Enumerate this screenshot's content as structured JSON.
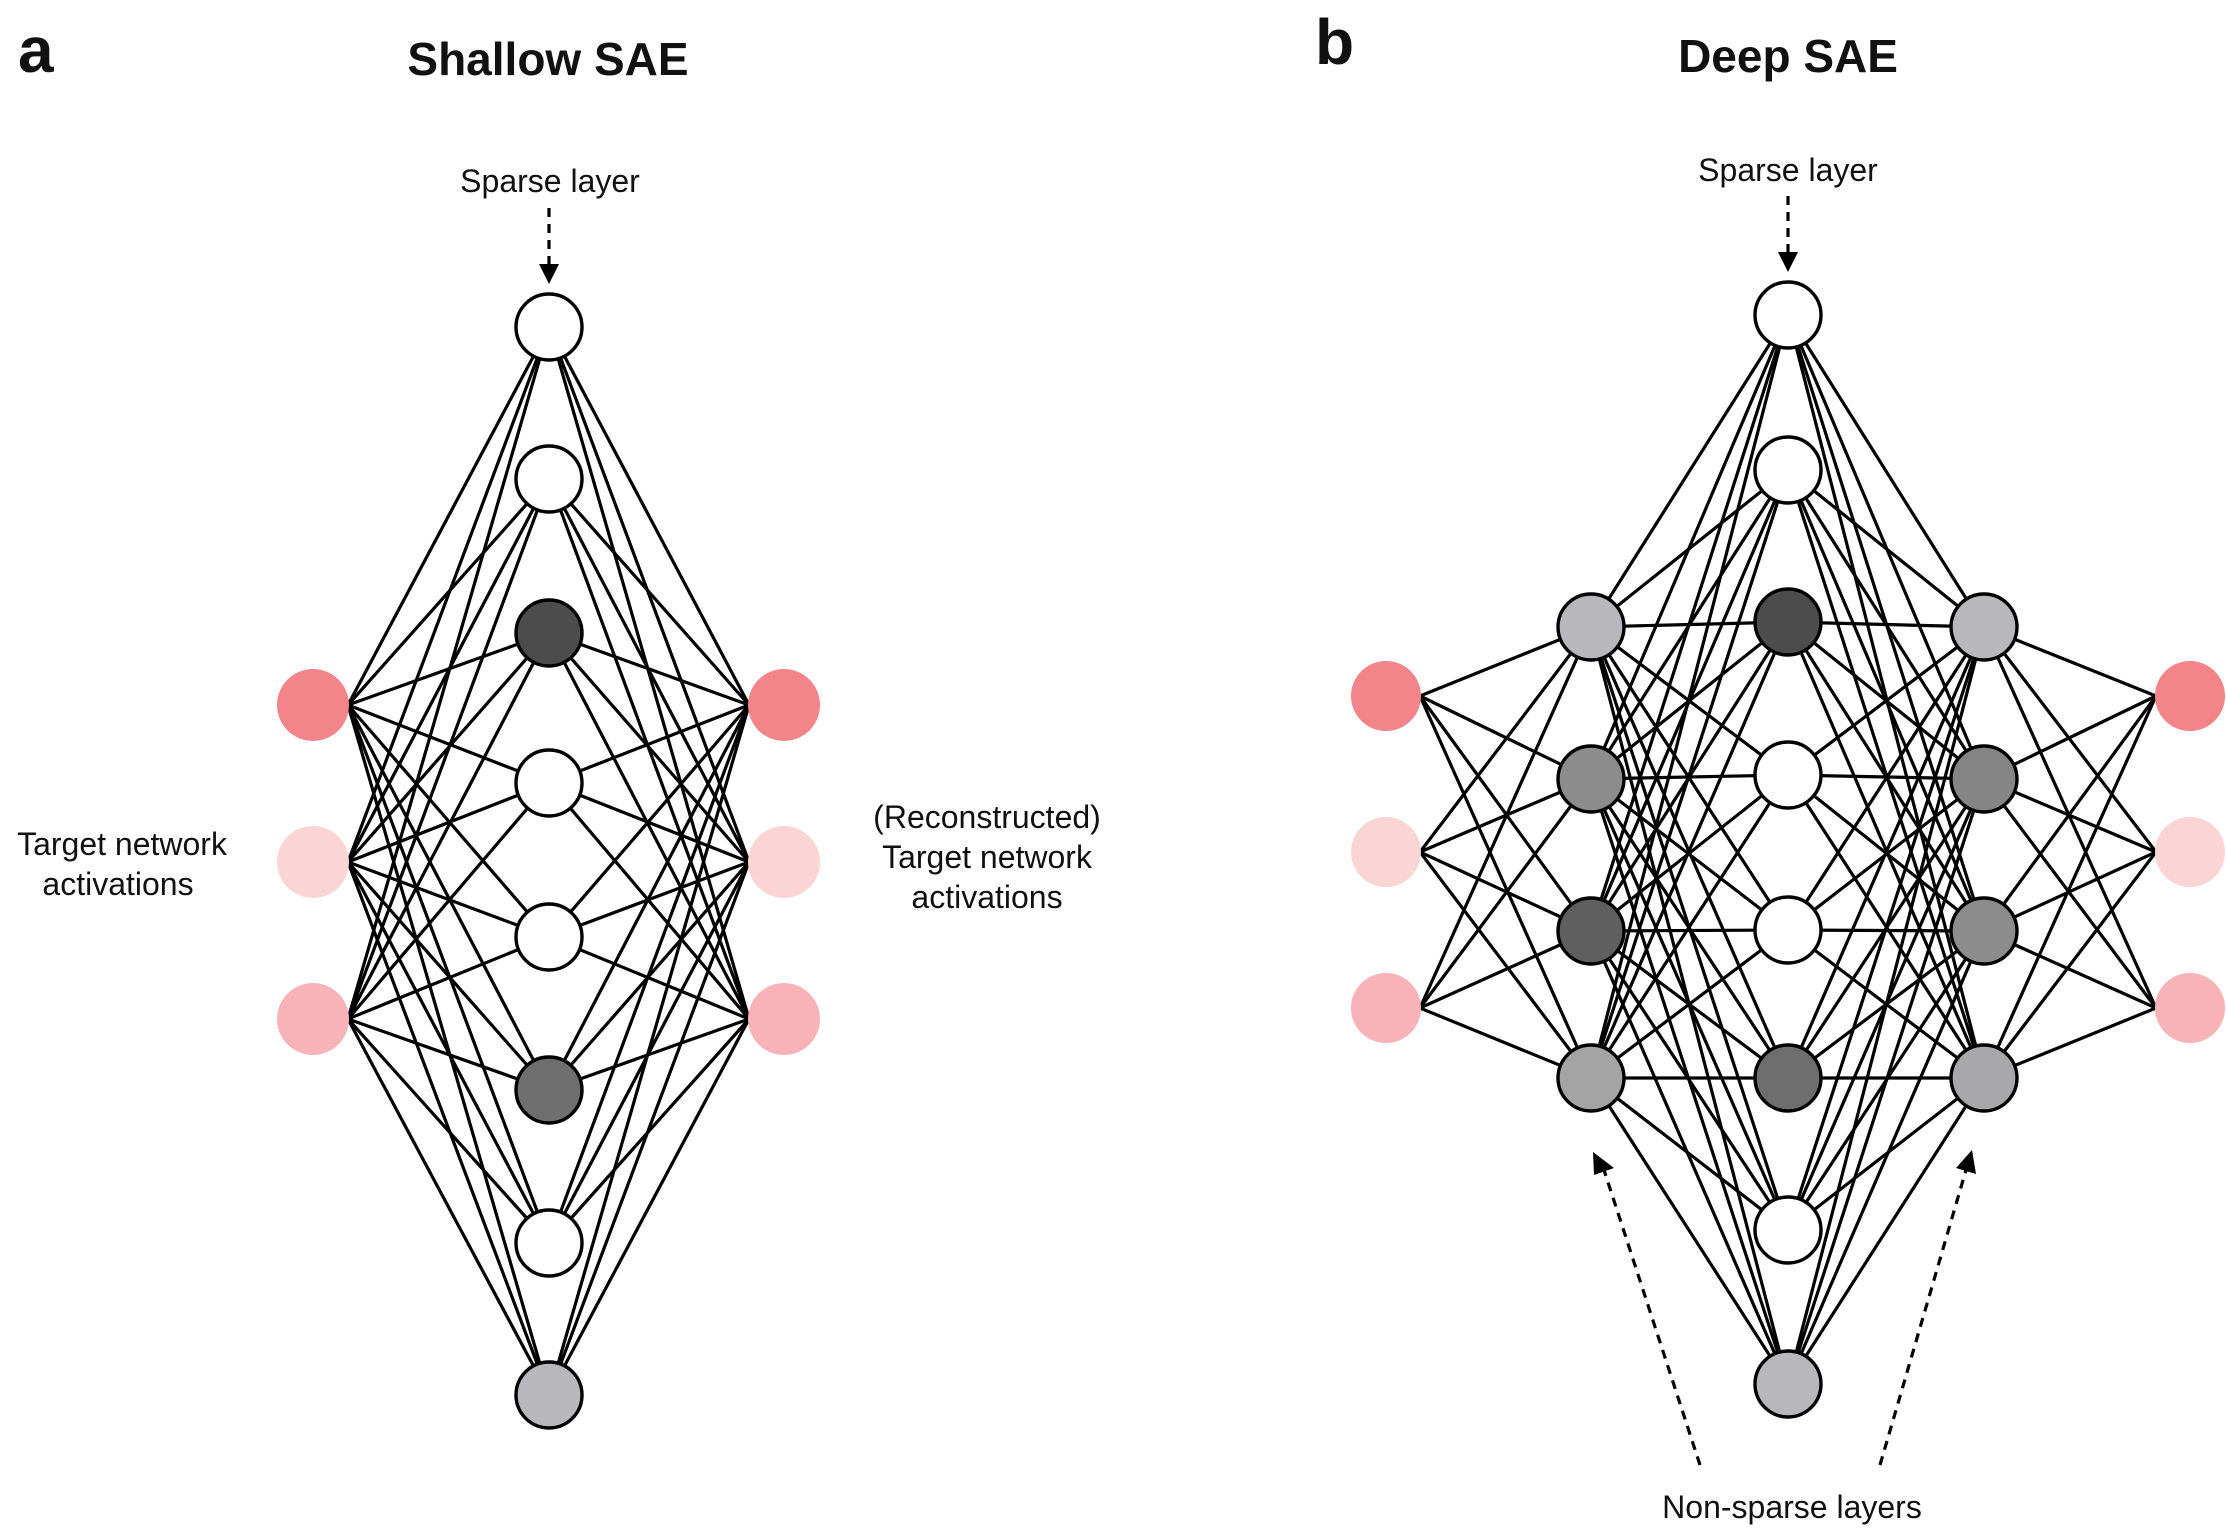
{
  "colors": {
    "white": "#ffffff",
    "dark": "#4c4c4c",
    "mid_dark": "#6e6e6e",
    "mid_dark2": "#5f5f5f",
    "mid": "#8c8c8c",
    "mid2": "#858585",
    "light_gray": "#b8b8bc",
    "gray_a": "#a4a4a4",
    "gray_b": "#a0a0a0",
    "gray_c": "#a8a8aa",
    "pink_strong": "#f2848a",
    "pink_pale": "#fbd4d5",
    "pink_light": "#f8b3b8",
    "edge": "#000000"
  },
  "panel_a": {
    "letter": "a",
    "title": "Shallow SAE",
    "sparse_label": "Sparse layer",
    "input_label": [
      "Target network",
      "activations"
    ],
    "output_label": [
      "(Reconstructed)",
      "Target network",
      "activations"
    ],
    "inputs": [
      "pink_strong",
      "pink_pale",
      "pink_light"
    ],
    "sparse": [
      "white",
      "white",
      "dark",
      "white",
      "white",
      "mid_dark",
      "white",
      "light_gray"
    ],
    "outputs": [
      "pink_strong",
      "pink_pale",
      "pink_light"
    ]
  },
  "panel_b": {
    "letter": "b",
    "title": "Deep SAE",
    "sparse_label": "Sparse layer",
    "nonsparse_label": "Non-sparse layers",
    "inputs": [
      "pink_strong",
      "pink_pale",
      "pink_light"
    ],
    "hidden_in": [
      "light_gray",
      "mid",
      "mid_dark2",
      "gray_a"
    ],
    "sparse": [
      "white",
      "white",
      "dark",
      "white",
      "white",
      "mid_dark",
      "white",
      "light_gray"
    ],
    "hidden_out": [
      "light_gray",
      "mid2",
      "mid",
      "gray_c"
    ],
    "outputs": [
      "pink_strong",
      "pink_pale",
      "pink_light"
    ]
  }
}
